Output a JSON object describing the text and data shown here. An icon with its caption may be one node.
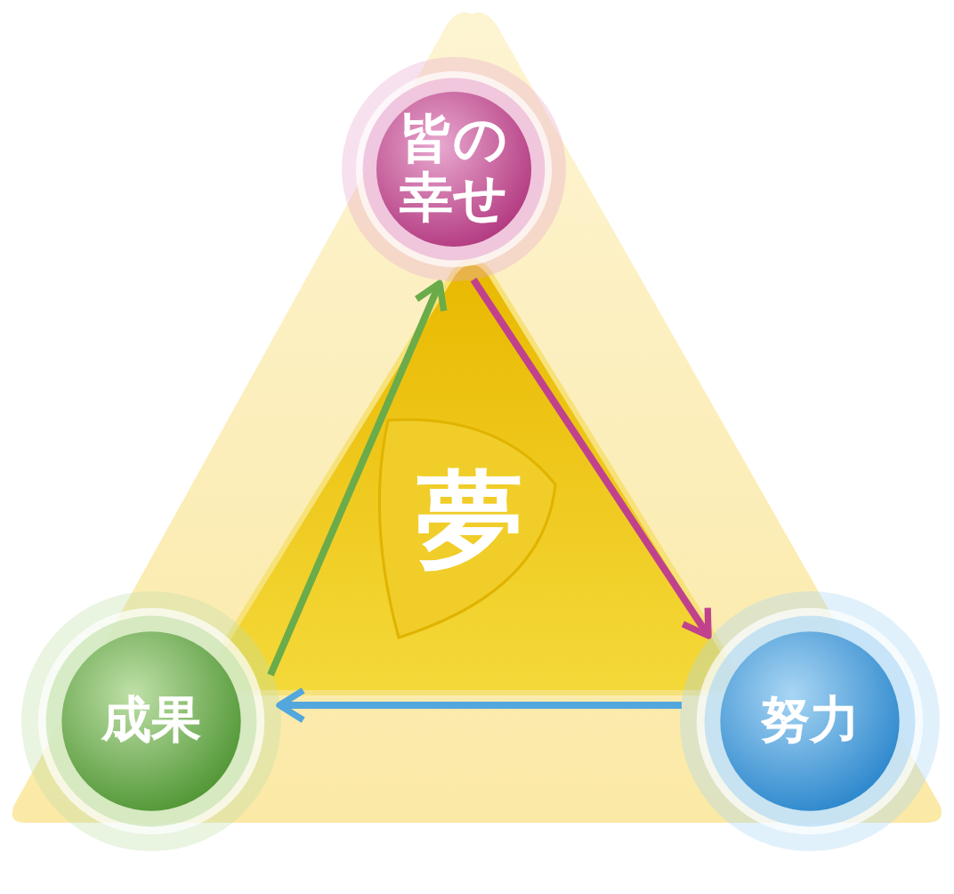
{
  "diagram": {
    "nodes": [
      {
        "text": [
          "夢"
        ]
      },
      {
        "text": [
          "皆の幸せ"
        ]
      },
      {
        "text": [
          "努力"
        ]
      },
      {
        "text": [
          "成果"
        ]
      }
    ],
    "edges": [
      {
        "from": 1,
        "to": 2,
        "arrow": "to",
        "color": "#c0428c"
      },
      {
        "from": 2,
        "to": 3,
        "arrow": "to",
        "color": "#52a7dc"
      },
      {
        "from": 3,
        "to": 1,
        "arrow": "to",
        "color": "#6aab4a"
      }
    ]
  }
}
